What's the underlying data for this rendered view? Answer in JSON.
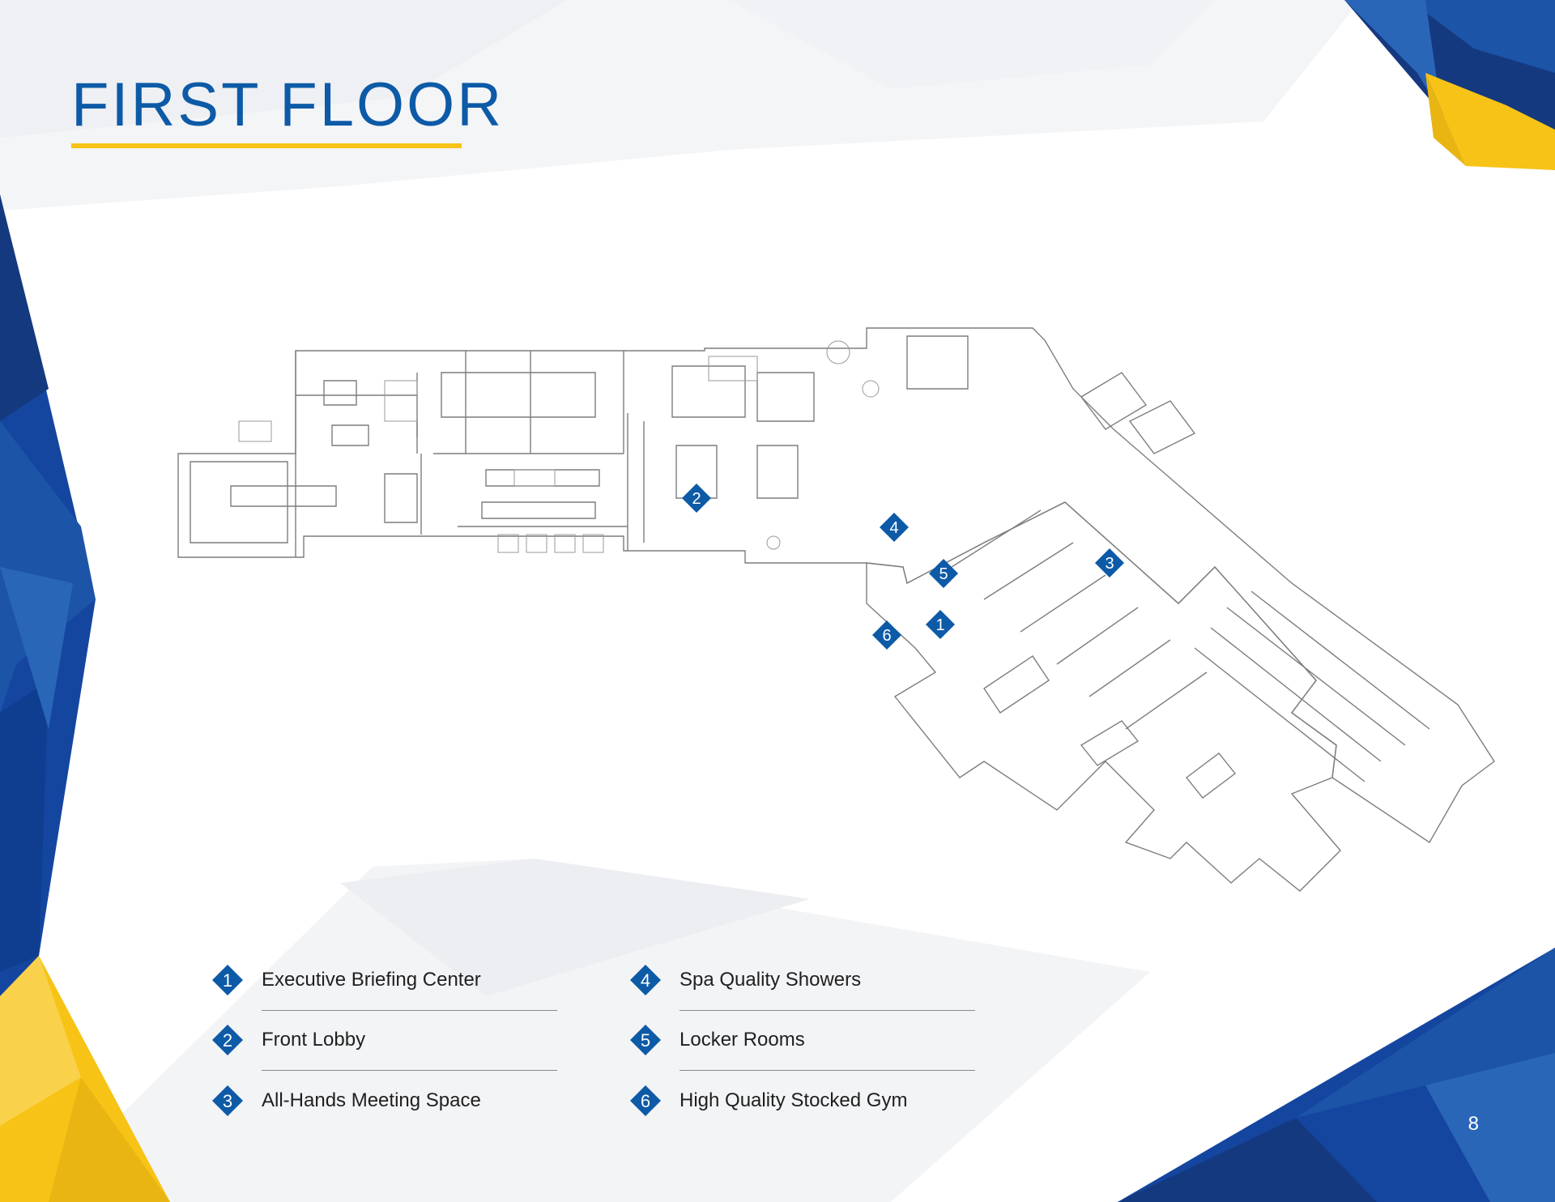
{
  "page": {
    "title": "FIRST FLOOR",
    "page_number": "8"
  },
  "colors": {
    "primary_blue": "#0d5aa7",
    "dark_blue": "#15397f",
    "mid_blue": "#1c54a8",
    "accent_yellow": "#f7c316",
    "line_gray": "#8a8a8a",
    "text_dark": "#1f1f1f"
  },
  "legend": {
    "items": [
      {
        "number": "1",
        "label": "Executive Briefing Center"
      },
      {
        "number": "2",
        "label": "Front Lobby"
      },
      {
        "number": "3",
        "label": "All-Hands Meeting Space"
      },
      {
        "number": "4",
        "label": "Spa Quality Showers"
      },
      {
        "number": "5",
        "label": "Locker Rooms"
      },
      {
        "number": "6",
        "label": "High Quality Stocked Gym"
      }
    ]
  },
  "plan_markers": [
    "1",
    "2",
    "3",
    "4",
    "5",
    "6"
  ]
}
